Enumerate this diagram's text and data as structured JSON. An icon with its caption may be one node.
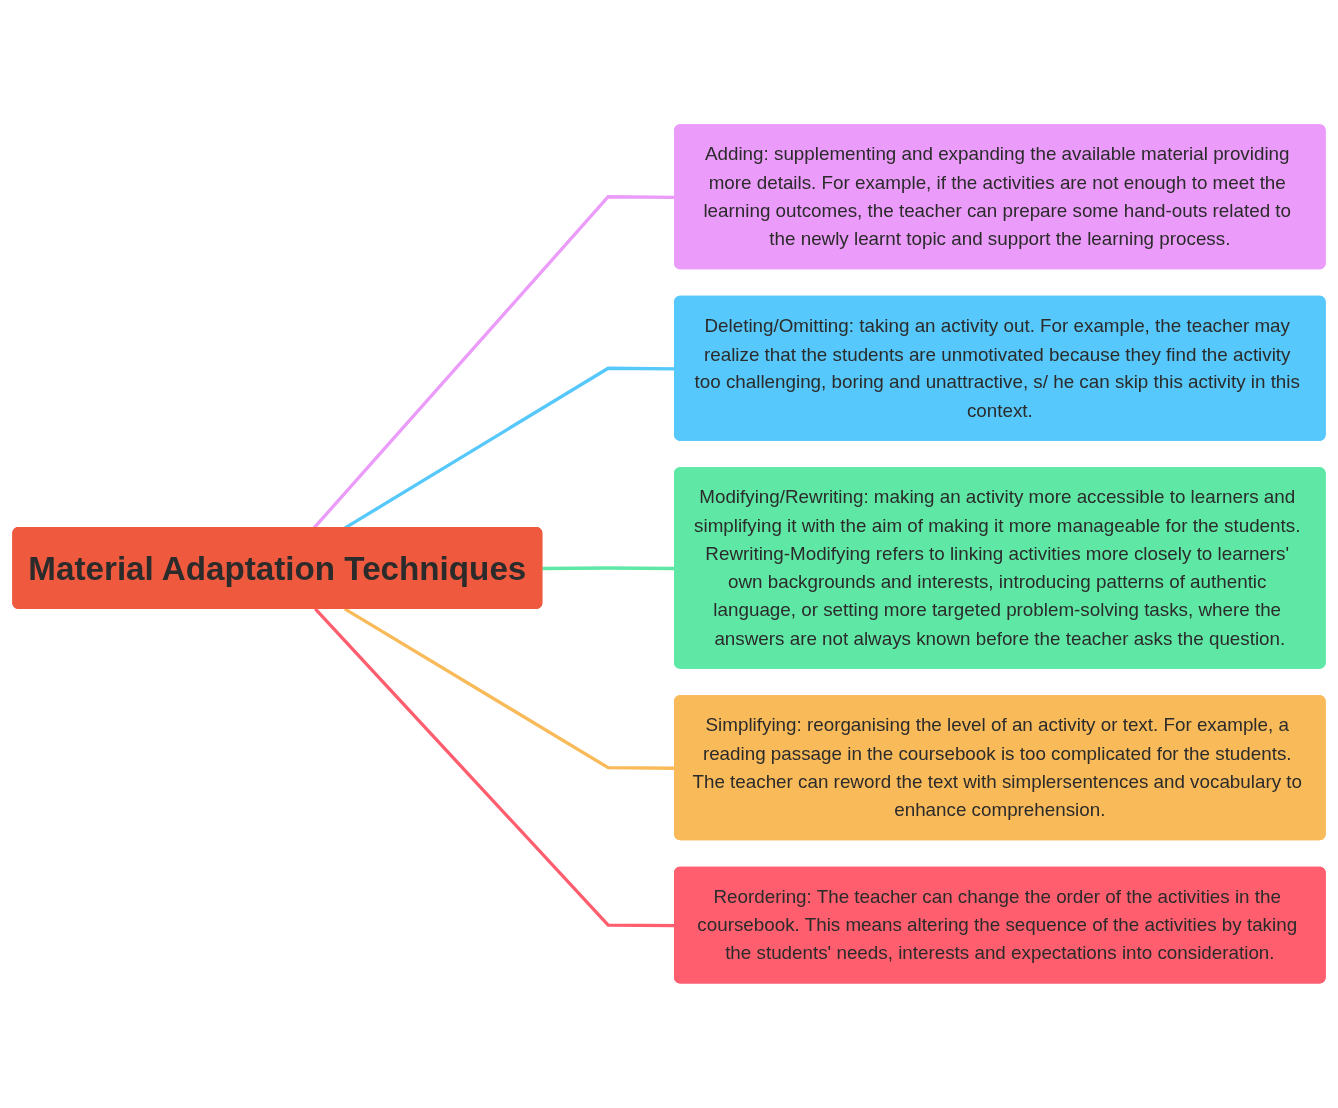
{
  "diagram": {
    "nodes": [
      {
        "text": [
          "Material Adaptation Techniques"
        ]
      },
      {
        "text": [
          "Adding: supplementing and expanding the available material providing more details. For example, if the activities are not enough to meet the learning outcomes, the teacher can prepare some hand-outs related to the newly learnt topic and support the learning process."
        ]
      },
      {
        "text": [
          "Deleting/Omitting: taking an activity out. For example, the teacher may realize that the students are unmotivated because they find the activity too challenging, boring and unattractive, s/ he can skip this activity in this context."
        ]
      },
      {
        "text": [
          "Modifying/Rewriting: making an activity more accessible to learners and simplifying it with the aim of making it more manageable for the students. Rewriting-Modifying refers to linking activities more closely to learners' own backgrounds and interests, introducing patterns of authentic language, or setting more targeted problem-solving tasks, where the answers are not always known before the teacher asks the question."
        ]
      },
      {
        "text": [
          "Simplifying: reorganising the level of an activity or text. For example, a reading passage in the coursebook is too complicated for the students. The teacher can reword the text with simplersentences and vocabulary to enhance comprehension."
        ]
      },
      {
        "text": [
          "Reordering: The teacher can change the order of the activities in the coursebook. This means altering the sequence of the activities by taking the students' needs, interests and expectations into consideration."
        ]
      }
    ],
    "edges": [
      {
        "from": 0,
        "to": 1,
        "arrow": "none",
        "color": "#eb9bfa"
      },
      {
        "from": 0,
        "to": 2,
        "arrow": "none",
        "color": "#56c8fb"
      },
      {
        "from": 0,
        "to": 3,
        "arrow": "none",
        "color": "#5fe8a5"
      },
      {
        "from": 0,
        "to": 4,
        "arrow": "none",
        "color": "#f9bb5a"
      },
      {
        "from": 0,
        "to": 5,
        "arrow": "none",
        "color": "#ff5e6e"
      }
    ]
  }
}
